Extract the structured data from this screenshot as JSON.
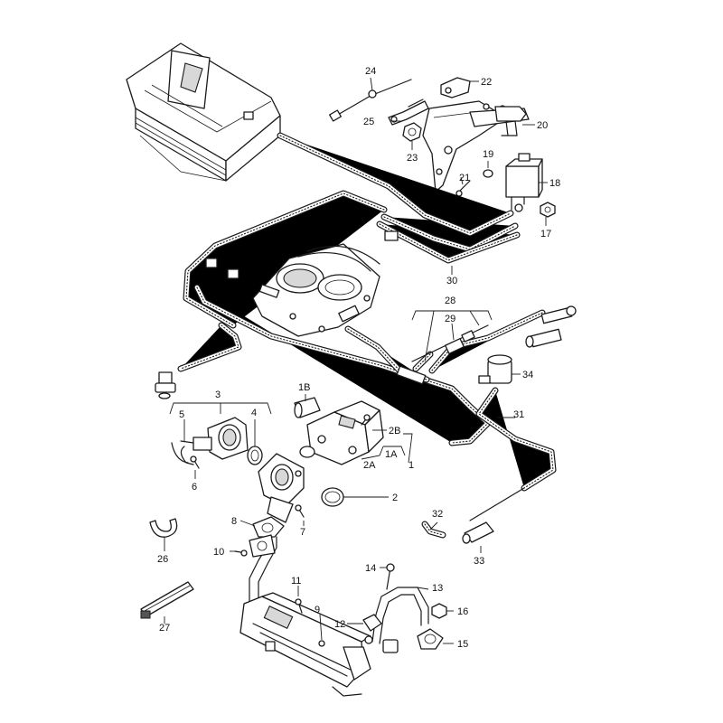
{
  "callouts": {
    "c1": "1",
    "c1A": "1A",
    "c1B": "1B",
    "c2": "2",
    "c2A": "2A",
    "c2B": "2B",
    "c3": "3",
    "c4": "4",
    "c5": "5",
    "c6": "6",
    "c7": "7",
    "c8": "8",
    "c9": "9",
    "c10": "10",
    "c11": "11",
    "c12": "12",
    "c13": "13",
    "c14": "14",
    "c15": "15",
    "c16": "16",
    "c17": "17",
    "c18": "18",
    "c19": "19",
    "c20": "20",
    "c21": "21",
    "c22": "22",
    "c23": "23",
    "c24": "24",
    "c25": "25",
    "c26": "26",
    "c27": "27",
    "c28": "28",
    "c29": "29",
    "c30": "30",
    "c31": "31",
    "c32": "32",
    "c33": "33",
    "c34": "34"
  }
}
